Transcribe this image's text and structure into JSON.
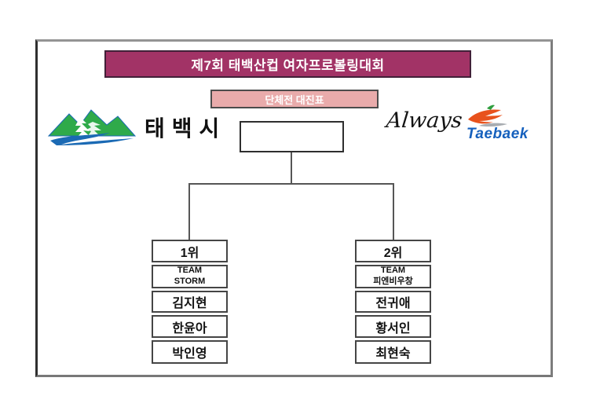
{
  "page": {
    "title": "제7회 태백산컵 여자프로볼링대회",
    "subtitle": "단체전 대진표"
  },
  "logos": {
    "left": {
      "name": "taebaek-city-emblem",
      "text": "태백시"
    },
    "right": {
      "script": "Always",
      "name": "Taebaek"
    }
  },
  "bracket": {
    "final_label": "",
    "teams": [
      {
        "seed": "1위",
        "team_line1": "TEAM",
        "team_line2": "STORM",
        "players": [
          "김지현",
          "한윤아",
          "박인영"
        ]
      },
      {
        "seed": "2위",
        "team_line1": "TEAM",
        "team_line2": "피엔비우창",
        "players": [
          "전귀애",
          "황서인",
          "최현숙"
        ]
      }
    ]
  },
  "colors": {
    "title_bg": "#a23366",
    "title_border": "#412038",
    "subtitle_bg": "#e9abab",
    "frame_border": "#7d7d7d",
    "bracket_line": "#565656",
    "logo_green": "#2faa4a",
    "logo_blue": "#1b6ab4",
    "taebaek_blue": "#1560bd",
    "mark_orange": "#e8521c",
    "mark_green": "#2e9e3e"
  }
}
